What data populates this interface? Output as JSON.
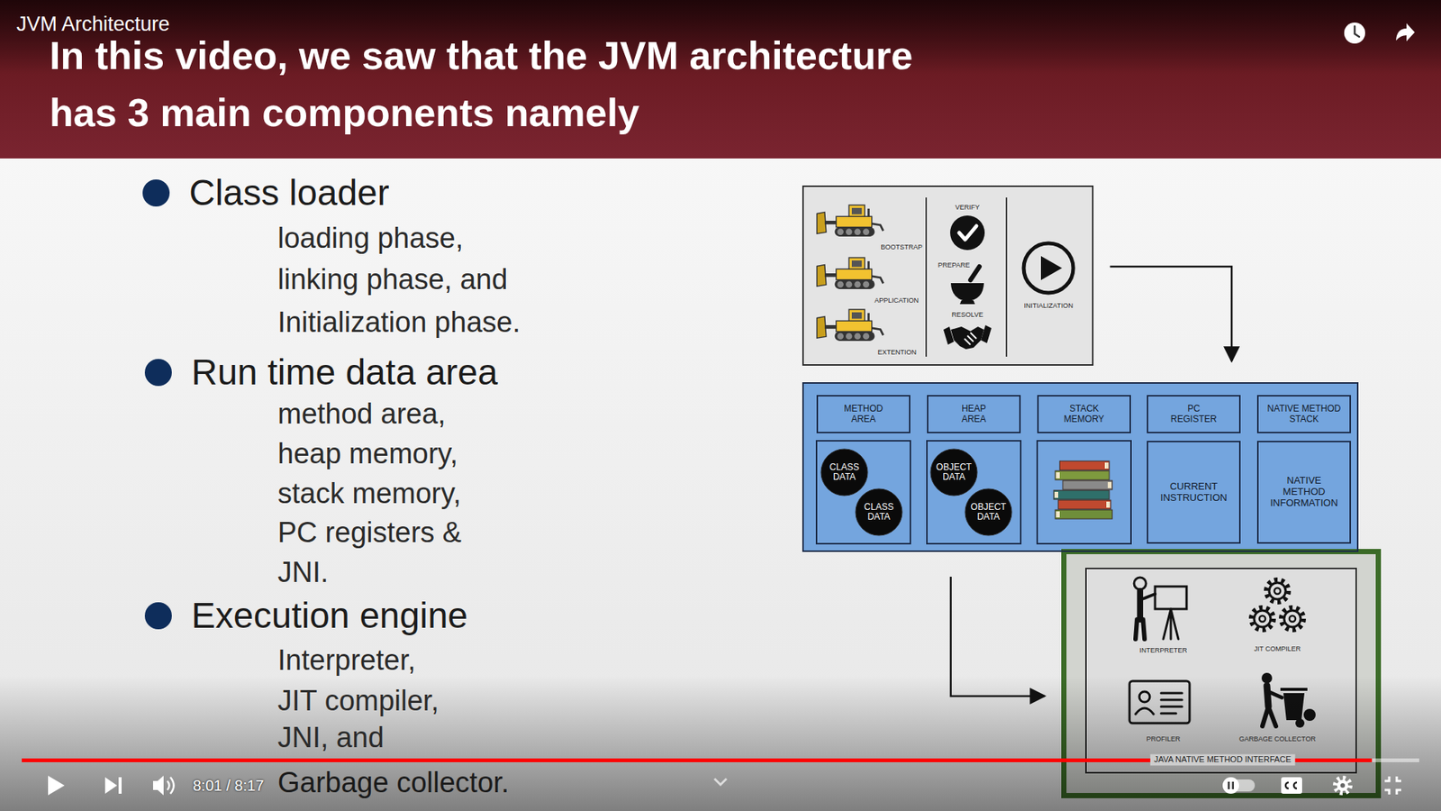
{
  "diagram": {
    "title": "In this video, we saw that the JVM architecture has 3 main components namely",
    "nodes": [
      {
        "text": [
          "BOOTSTRAP",
          "APPLICATION",
          "EXTENTION",
          "VERIFY",
          "PREPARE",
          "RESOLVE",
          "INITIALIZATION"
        ]
      },
      {
        "text": []
      },
      {
        "text": [
          "METHOD AREA"
        ],
        "in": 1
      },
      {
        "text": [
          "HEAP AREA"
        ],
        "in": 1
      },
      {
        "text": [
          "STACK MEMORY"
        ],
        "in": 1
      },
      {
        "text": [
          "PC REGISTER"
        ],
        "in": 1
      },
      {
        "text": [
          "NATIVE METHOD STACK"
        ],
        "in": 1
      },
      {
        "text": [
          "CLASS DATA"
        ],
        "in": 1
      },
      {
        "text": [
          "CLASS DATA"
        ],
        "in": 1
      },
      {
        "text": [
          "OBJECT DATA"
        ],
        "in": 1
      },
      {
        "text": [
          "OBJECT DATA"
        ],
        "in": 1
      },
      {
        "text": [
          "CURRENT INSTRUCTION"
        ],
        "in": 1
      },
      {
        "text": [
          "NATIVE METHOD INFORMATION"
        ],
        "in": 1
      },
      {
        "text": [
          "INTERPRETER",
          "JIT COMPILER",
          "PROFILER",
          "GARBAGE COLLECTOR",
          "JAVA NATIVE METHOD INTERFACE"
        ]
      }
    ],
    "edges": [
      {
        "from": 0,
        "to": 1,
        "arrow": "to"
      },
      {
        "from": 1,
        "to": 13,
        "arrow": "to"
      }
    ],
    "labels": [
      "JVM Architecture",
      "Class loader",
      "loading phase,",
      "linking phase, and",
      "Initialization phase.",
      "Run time data area",
      "method area,",
      "heap memory,",
      "stack memory,",
      "PC registers &",
      "JNI.",
      "Execution engine",
      "Interpreter,",
      "JIT compiler,",
      "JNI, and",
      "Garbage collector.",
      "8:01 / 8:17"
    ]
  }
}
